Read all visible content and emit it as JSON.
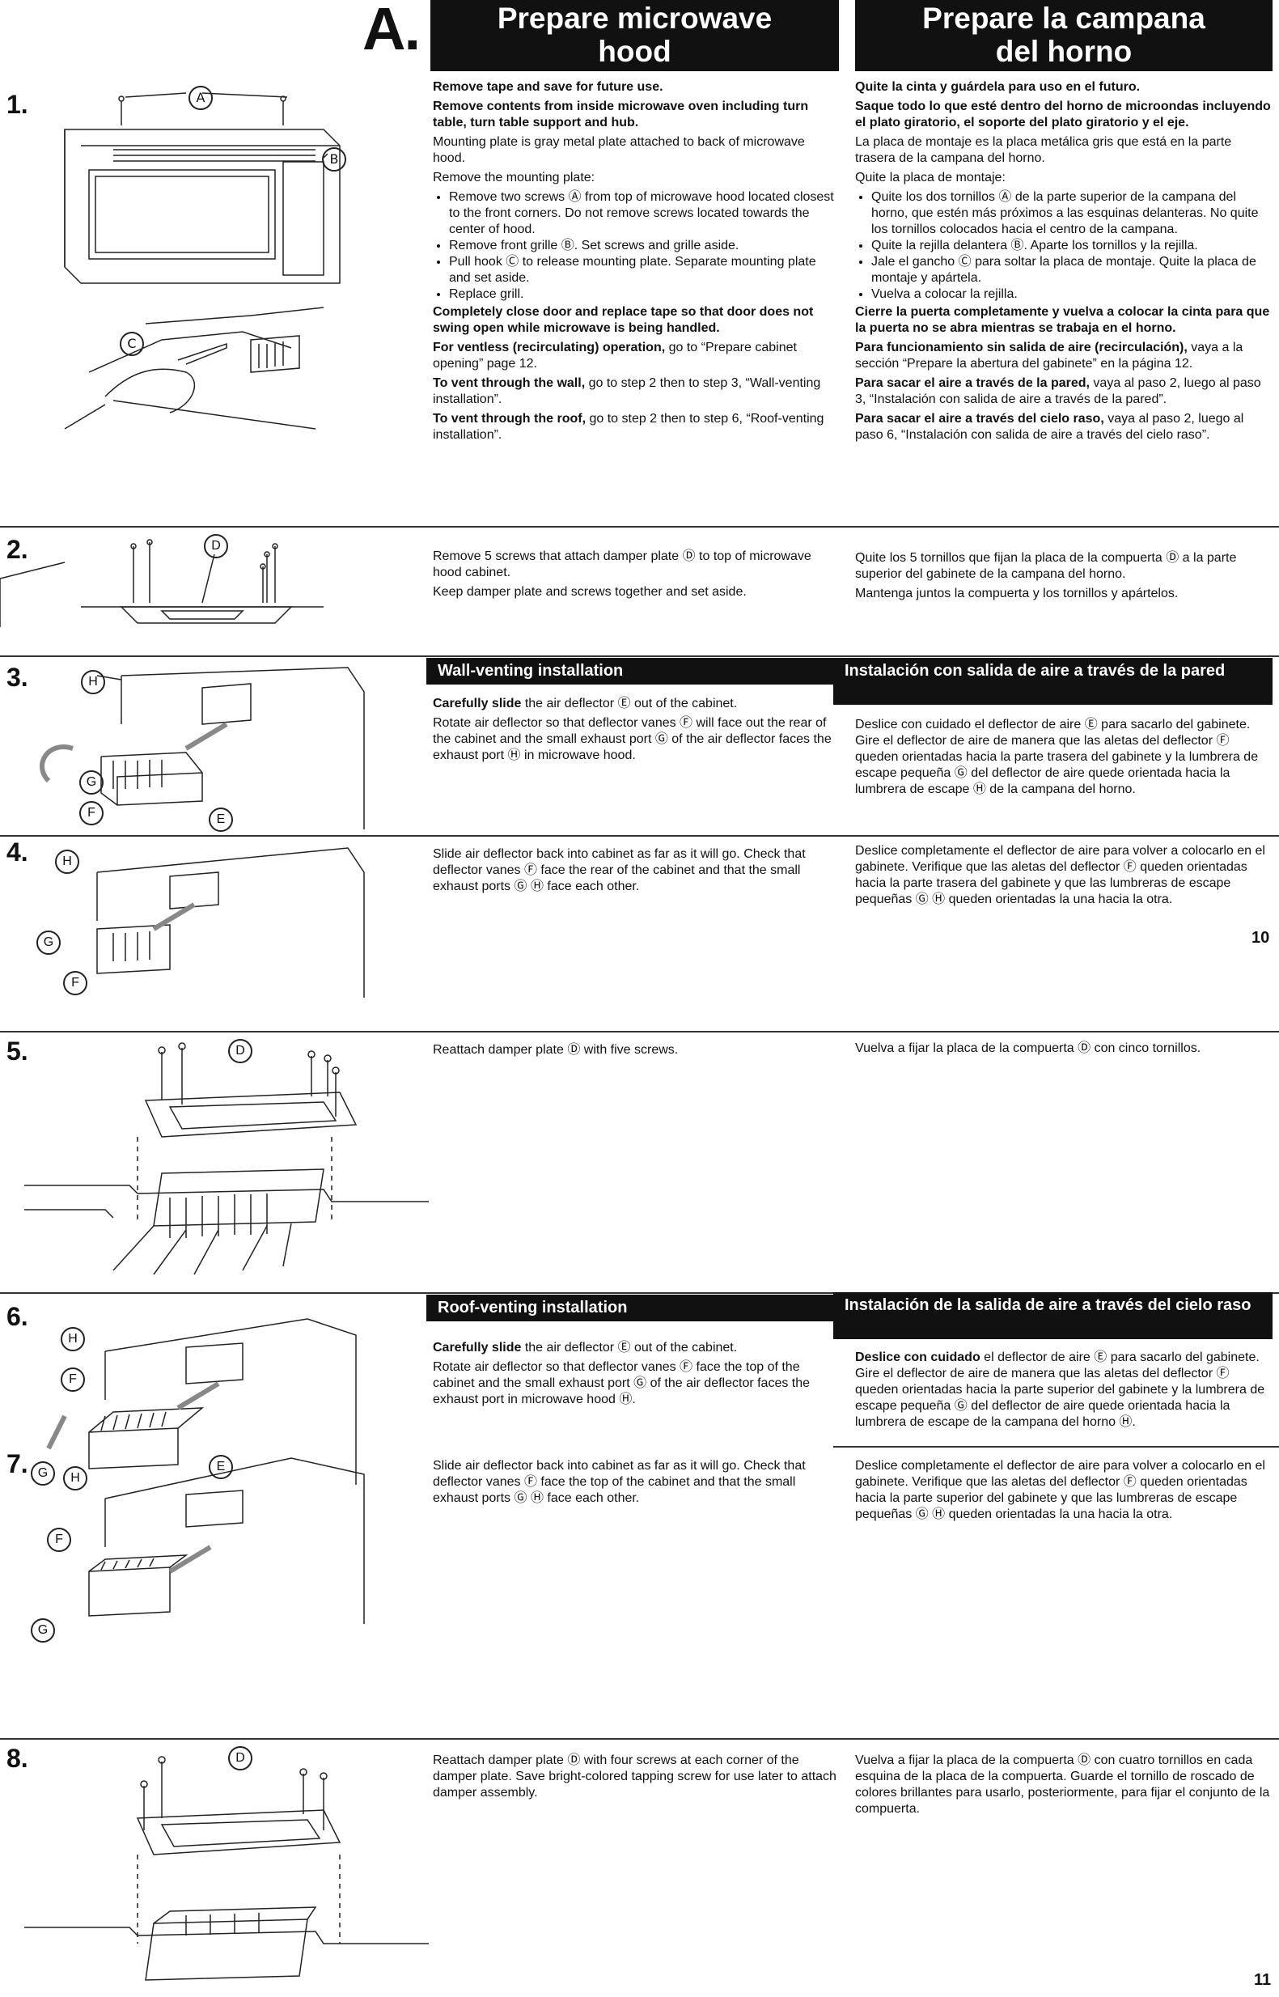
{
  "section": {
    "letter": "A.",
    "title_en_1": "Prepare microwave",
    "title_en_2": "hood",
    "title_es_1": "Prepare la campana",
    "title_es_2": "del horno"
  },
  "steps": {
    "s1": {
      "num": "1.",
      "labels": {
        "a": "A",
        "b": "B",
        "c": "C"
      },
      "en": {
        "p1": "Remove tape and save for future use.",
        "p2": "Remove contents from inside microwave oven including turn table, turn table support and hub.",
        "p3": "Mounting plate is gray metal plate attached to back of microwave hood.",
        "p4": "Remove the mounting plate:",
        "li1": "Remove two screws Ⓐ from top of microwave hood located closest to the front corners. Do not remove screws located towards the center of hood.",
        "li2": "Remove front grille Ⓑ. Set screws and grille aside.",
        "li3": "Pull hook Ⓒ to release mounting plate. Separate mounting plate and set aside.",
        "li4": "Replace grill.",
        "p5": "Completely close door and replace tape so that door does not swing open while microwave is being handled.",
        "p6_bold": "For ventless (recirculating) operation,",
        "p6_rest": " go to “Prepare cabinet opening” page 12.",
        "p7_bold": "To vent through the wall,",
        "p7_rest": " go to step 2 then to step 3, “Wall-venting installation”.",
        "p8_bold": "To vent through the roof,",
        "p8_rest": " go to step 2 then to step 6, “Roof-venting installation”."
      },
      "es": {
        "p1": "Quite la cinta y guárdela para uso en el futuro.",
        "p2": "Saque todo lo que esté dentro del horno de microondas incluyendo el plato giratorio, el soporte del plato giratorio y el eje.",
        "p3": "La placa de montaje es la placa metálica gris que está en la parte trasera de la campana del horno.",
        "p4": "Quite la placa de montaje:",
        "li1": "Quite los dos tornillos Ⓐ de la parte superior de la campana del horno, que estén más próximos a las esquinas delanteras. No quite los tornillos colocados hacia el centro de la campana.",
        "li2": "Quite la rejilla delantera Ⓑ. Aparte los tornillos y la rejilla.",
        "li3": "Jale el gancho Ⓒ para soltar la placa de montaje. Quite la placa de montaje y apártela.",
        "li4": "Vuelva a colocar la rejilla.",
        "p5": "Cierre la puerta completamente y vuelva a colocar la cinta para que la puerta no se abra mientras se trabaja en el horno.",
        "p6_bold": "Para funcionamiento sin salida de aire (recirculación),",
        "p6_rest": " vaya a la sección “Prepare la abertura del gabinete” en la página 12.",
        "p7_bold": "Para sacar el aire a través de la pared,",
        "p7_rest": " vaya al paso 2, luego al paso 3, “Instalación con salida de aire a través de la pared”.",
        "p8_bold": "Para sacar el aire a través del cielo raso,",
        "p8_rest": " vaya al paso 2, luego al paso 6, “Instalación con salida de aire a través del cielo raso”."
      }
    },
    "s2": {
      "num": "2.",
      "labels": {
        "d": "D"
      },
      "en": {
        "p1": "Remove 5 screws that attach damper plate Ⓓ to top of microwave hood cabinet.",
        "p2": "Keep damper plate and screws together and set aside."
      },
      "es": {
        "p1": "Quite los 5 tornillos que fijan la placa de la compuerta Ⓓ a la parte superior del gabinete de la campana del horno.",
        "p2": "Mantenga juntos la compuerta y los tornillos y apártelos."
      }
    },
    "wall_header_en": "Wall-venting installation",
    "wall_header_es": "Instalación con salida de aire a través de la pared",
    "s3": {
      "num": "3.",
      "labels": {
        "h": "H",
        "g": "G",
        "f": "F",
        "e": "E"
      },
      "en": {
        "bold": "Carefully slide",
        "rest": " the air deflector Ⓔ out of the cabinet.",
        "p2": "Rotate air deflector so that deflector vanes Ⓕ will face out the rear of the cabinet and the small exhaust port Ⓖ of the air deflector faces the exhaust port Ⓗ in microwave hood."
      },
      "es": {
        "p1": "Deslice con cuidado el deflector de aire Ⓔ para sacarlo del gabinete. Gire el deflector de aire de manera que las aletas del deflector Ⓕ queden orientadas hacia la parte trasera del gabinete y la lumbrera de escape pequeña Ⓖ del deflector de aire quede orientada hacia la lumbrera de escape Ⓗ de la campana del horno."
      }
    },
    "s4": {
      "num": "4.",
      "labels": {
        "h": "H",
        "g": "G",
        "f": "F"
      },
      "en": {
        "p1": "Slide air deflector back into cabinet as far as it will go. Check that deflector vanes Ⓕ face the rear of the cabinet and that the small exhaust ports Ⓖ Ⓗ face each other."
      },
      "es": {
        "p1": "Deslice completamente el deflector de aire para volver a colocarlo en el gabinete. Verifique que las aletas del deflector Ⓕ queden orientadas hacia la parte trasera del gabinete y que las lumbreras de escape pequeñas Ⓖ Ⓗ queden orientadas la una hacia la otra."
      }
    },
    "page_10": "10",
    "s5": {
      "num": "5.",
      "labels": {
        "d": "D"
      },
      "en": {
        "p1": "Reattach damper plate Ⓓ with five screws."
      },
      "es": {
        "p1": "Vuelva a fijar la placa de la compuerta Ⓓ con cinco tornillos."
      }
    },
    "roof_header_en": "Roof-venting installation",
    "roof_header_es": "Instalación de la salida de aire a través del cielo raso",
    "s6": {
      "num": "6.",
      "labels": {
        "h": "H",
        "f": "F",
        "g": "G",
        "e": "E"
      },
      "en": {
        "bold": "Carefully slide",
        "rest": " the air deflector Ⓔ out of the cabinet.",
        "p2": "Rotate air deflector so that deflector vanes Ⓕ face the top of the cabinet and the small exhaust port Ⓖ of the air deflector faces the exhaust port in microwave hood Ⓗ."
      },
      "es": {
        "bold": "Deslice con cuidado",
        "rest": " el deflector de aire Ⓔ para sacarlo del gabinete. Gire el deflector de aire de manera que las aletas del deflector Ⓕ queden orientadas hacia la parte superior del gabinete y la lumbrera de escape pequeña Ⓖ del deflector de aire quede orientada hacia la lumbrera de escape de la campana del horno Ⓗ."
      }
    },
    "s7": {
      "num": "7.",
      "labels": {
        "h": "H",
        "f": "F",
        "g": "G"
      },
      "en": {
        "p1": "Slide air deflector back into cabinet as far as it will go. Check that deflector vanes Ⓕ face the top of the cabinet and that the small exhaust ports Ⓖ Ⓗ face each other."
      },
      "es": {
        "p1": "Deslice completamente el deflector de aire para volver a colocarlo en el gabinete. Verifique que las aletas del deflector Ⓕ queden orientadas hacia la parte superior del gabinete y que las lumbreras de escape pequeñas Ⓖ Ⓗ queden orientadas la una hacia la otra."
      }
    },
    "s8": {
      "num": "8.",
      "labels": {
        "d": "D"
      },
      "en": {
        "p1": "Reattach damper plate Ⓓ with four screws at each corner of the damper plate. Save bright-colored tapping screw for use later to attach damper assembly."
      },
      "es": {
        "p1": "Vuelva a fijar la placa de la compuerta Ⓓ con cuatro tornillos en cada esquina de la placa de la compuerta. Guarde el tornillo de roscado de colores brillantes para usarlo, posteriormente, para fijar el conjunto de la compuerta."
      }
    },
    "page_11": "11"
  }
}
